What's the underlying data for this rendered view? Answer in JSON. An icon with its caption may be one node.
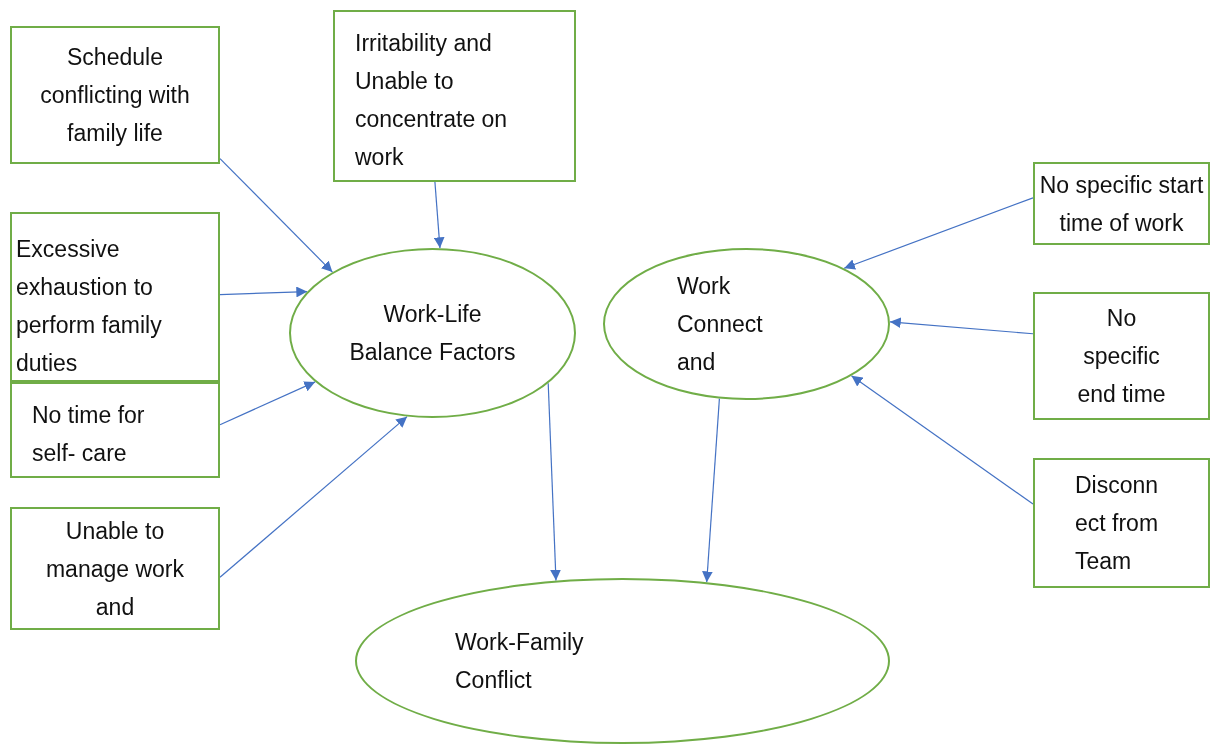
{
  "diagram": {
    "nodes": [
      {
        "text": [
          "Schedule conflicting with family life"
        ]
      },
      {
        "text": [
          "Irritability and Unable to concentrate on work"
        ]
      },
      {
        "text": [
          "Excessive exhaustion to perform family duties"
        ]
      },
      {
        "text": [
          "No time for self- care"
        ]
      },
      {
        "text": [
          "Unable to manage work and"
        ]
      },
      {
        "text": [
          "Work-Life Balance Factors"
        ]
      },
      {
        "text": [
          "Work Connect and"
        ]
      },
      {
        "text": [
          "No specific start time of work"
        ]
      },
      {
        "text": [
          "No specific end time"
        ]
      },
      {
        "text": [
          "Disconn ect from Team"
        ]
      },
      {
        "text": [
          "Work-Family Conflict"
        ]
      }
    ],
    "edges": [
      {
        "from": 0,
        "to": 5,
        "arrow": "to"
      },
      {
        "from": 1,
        "to": 5,
        "arrow": "to"
      },
      {
        "from": 2,
        "to": 5,
        "arrow": "to"
      },
      {
        "from": 3,
        "to": 5,
        "arrow": "to"
      },
      {
        "from": 4,
        "to": 5,
        "arrow": "to"
      },
      {
        "from": 5,
        "to": 10,
        "arrow": "to"
      },
      {
        "from": 6,
        "to": 10,
        "arrow": "to"
      },
      {
        "from": 7,
        "to": 6,
        "arrow": "to"
      },
      {
        "from": 8,
        "to": 6,
        "arrow": "to"
      },
      {
        "from": 9,
        "to": 6,
        "arrow": "to"
      }
    ]
  }
}
